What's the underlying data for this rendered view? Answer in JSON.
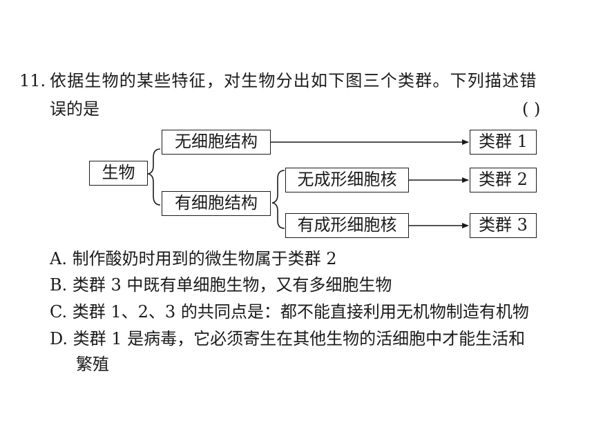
{
  "question": {
    "number": "11.",
    "stem_line1": "依据生物的某些特征，对生物分出如下图三个类群。下列描述错",
    "stem_line2": "误的是",
    "answer_blank": "(      )"
  },
  "diagram": {
    "root": "生物",
    "branch_no_cell": "无细胞结构",
    "branch_cell": "有细胞结构",
    "sub_no_nucleus": "无成形细胞核",
    "sub_nucleus": "有成形细胞核",
    "group1": "类群 1",
    "group2": "类群 2",
    "group3": "类群 3"
  },
  "options": {
    "a": "A. 制作酸奶时用到的微生物属于类群 2",
    "b": "B. 类群 3 中既有单细胞生物，又有多细胞生物",
    "c": "C. 类群 1、2、3 的共同点是：都不能直接利用无机物制造有机物",
    "d_line1": "D. 类群 1 是病毒，它必须寄生在其他生物的活细胞中才能生活和",
    "d_line2": "繁殖"
  }
}
